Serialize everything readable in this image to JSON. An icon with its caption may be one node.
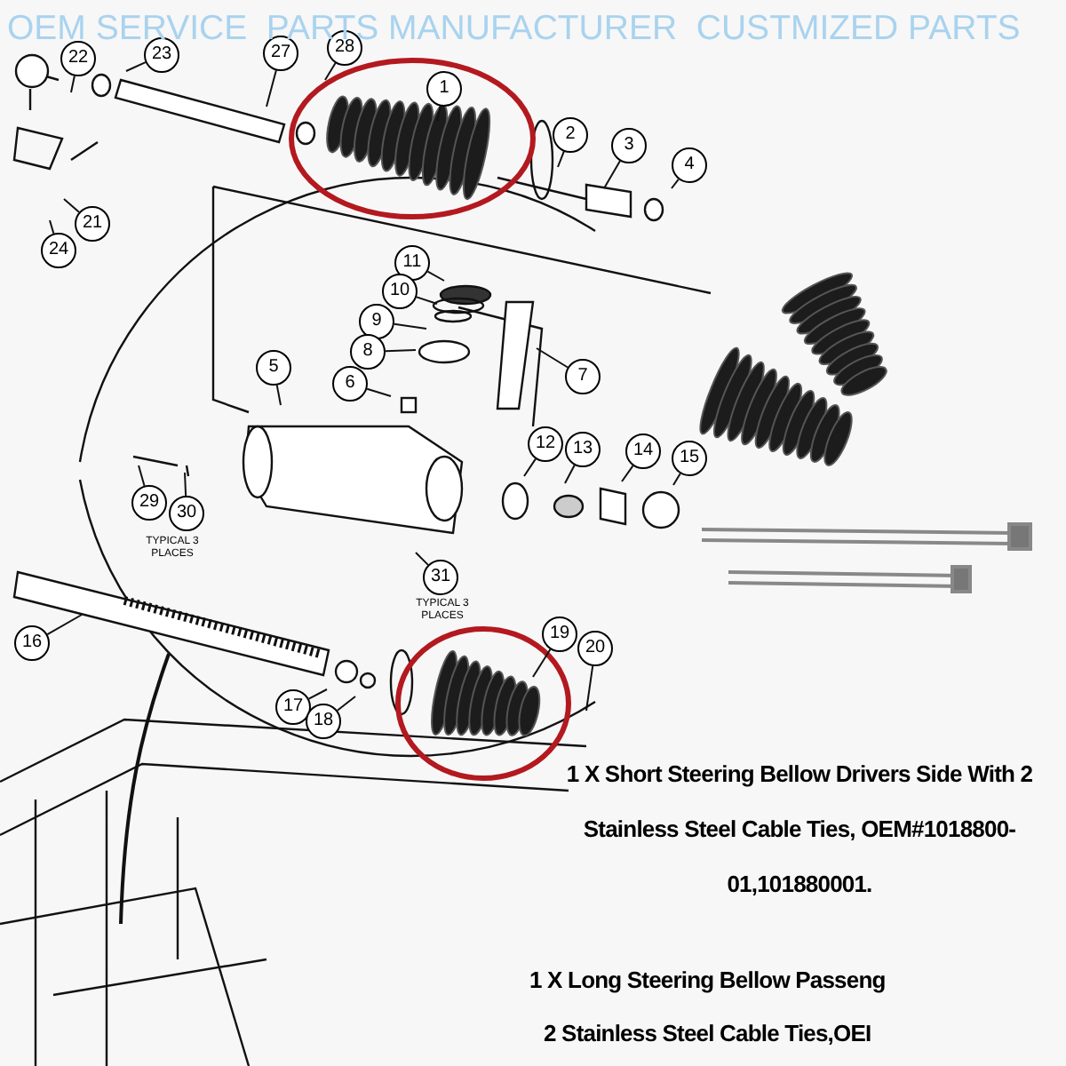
{
  "diagram": {
    "nodes": [
      {
        "text": [
          "22"
        ]
      },
      {
        "text": [
          "23"
        ]
      },
      {
        "text": [
          "27"
        ]
      },
      {
        "text": [
          "28"
        ]
      },
      {
        "text": [
          "1"
        ]
      },
      {
        "text": [
          "2"
        ]
      },
      {
        "text": [
          "3"
        ]
      },
      {
        "text": [
          "4"
        ]
      },
      {
        "text": [
          "21"
        ]
      },
      {
        "text": [
          "24"
        ]
      },
      {
        "text": [
          "11"
        ]
      },
      {
        "text": [
          "10"
        ]
      },
      {
        "text": [
          "9"
        ]
      },
      {
        "text": [
          "8"
        ]
      },
      {
        "text": [
          "5"
        ]
      },
      {
        "text": [
          "6"
        ]
      },
      {
        "text": [
          "7"
        ]
      },
      {
        "text": [
          "12"
        ]
      },
      {
        "text": [
          "13"
        ]
      },
      {
        "text": [
          "14"
        ]
      },
      {
        "text": [
          "15"
        ]
      },
      {
        "text": [
          "29"
        ]
      },
      {
        "text": [
          "30"
        ]
      },
      {
        "text": [
          "31"
        ],
        "beside": [
          "TYPICAL 3 PLACES"
        ]
      },
      {
        "text": [
          "16"
        ]
      },
      {
        "text": [
          "17"
        ]
      },
      {
        "text": [
          "18"
        ]
      },
      {
        "text": [
          "19"
        ]
      },
      {
        "text": [
          "20"
        ]
      }
    ],
    "edges": [
      {
        "from": 0,
        "to": null,
        "arrow": "none"
      },
      {
        "from": 1,
        "to": null,
        "arrow": "none"
      },
      {
        "from": 2,
        "to": null,
        "arrow": "none"
      },
      {
        "from": 3,
        "to": null,
        "arrow": "none"
      },
      {
        "from": 4,
        "to": null,
        "arrow": "none"
      },
      {
        "from": 5,
        "to": null,
        "arrow": "none"
      },
      {
        "from": 6,
        "to": null,
        "arrow": "none"
      },
      {
        "from": 7,
        "to": null,
        "arrow": "none"
      },
      {
        "from": 8,
        "to": null,
        "arrow": "none"
      },
      {
        "from": 9,
        "to": null,
        "arrow": "none"
      },
      {
        "from": 10,
        "to": null,
        "arrow": "none"
      },
      {
        "from": 11,
        "to": null,
        "arrow": "none"
      },
      {
        "from": 12,
        "to": null,
        "arrow": "none"
      },
      {
        "from": 13,
        "to": null,
        "arrow": "none"
      },
      {
        "from": 14,
        "to": null,
        "arrow": "none"
      },
      {
        "from": 15,
        "to": null,
        "arrow": "none"
      },
      {
        "from": 16,
        "to": null,
        "arrow": "none"
      },
      {
        "from": 17,
        "to": null,
        "arrow": "none"
      },
      {
        "from": 18,
        "to": null,
        "arrow": "none"
      },
      {
        "from": 19,
        "to": null,
        "arrow": "none"
      },
      {
        "from": 20,
        "to": null,
        "arrow": "none"
      },
      {
        "from": 21,
        "to": null,
        "arrow": "none"
      },
      {
        "from": 22,
        "to": null,
        "arrow": "none"
      },
      {
        "from": 23,
        "to": null,
        "arrow": "none"
      },
      {
        "from": 24,
        "to": null,
        "arrow": "none"
      },
      {
        "from": 25,
        "to": null,
        "arrow": "none"
      },
      {
        "from": 26,
        "to": null,
        "arrow": "none"
      },
      {
        "from": 27,
        "to": null,
        "arrow": "none"
      },
      {
        "from": 28,
        "to": null,
        "arrow": "none"
      }
    ],
    "labels": [
      "OEM SERVICE  PARTS MANUFACTURER  CUSTMIZED PARTS",
      "TYPICAL 3 PLACES",
      "1 X Short Steering Bellow Drivers Side With 2 Stainless Steel Cable Ties, OEM#1018800-01,101880001.",
      "1 X Long Steering Bellow Passeng",
      "2 Stainless Steel Cable Ties,OEI"
    ]
  }
}
